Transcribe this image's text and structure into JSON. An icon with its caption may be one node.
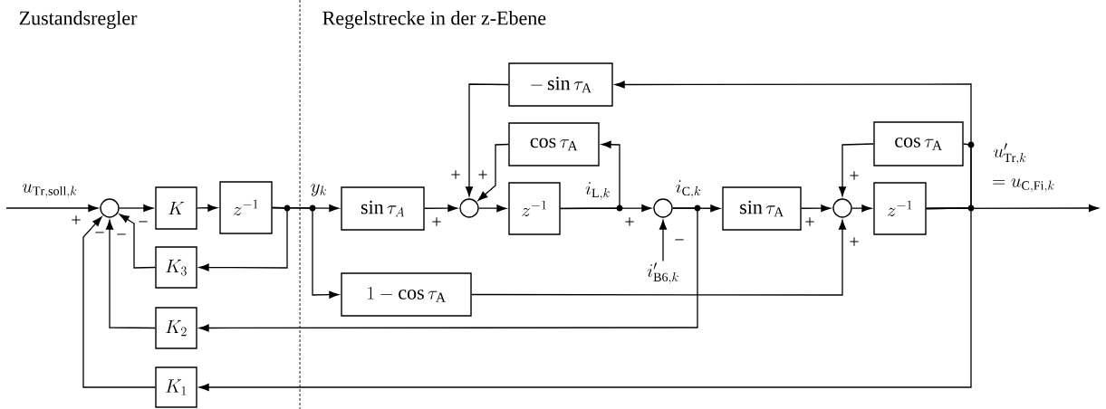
{
  "diagram": {
    "nodes": [
      {
        "text": [],
        "shape": "circle"
      },
      {
        "text": [
          "K"
        ]
      },
      {
        "text": [
          "z^{-1}"
        ]
      },
      {
        "text": [
          "K_3"
        ]
      },
      {
        "text": [
          "K_2"
        ]
      },
      {
        "text": [
          "K_1"
        ]
      },
      {
        "text": [
          "\\sin\\tau_A"
        ]
      },
      {
        "text": [
          "1-\\cos\\tau_{\\mathrm{A}}"
        ]
      },
      {
        "text": [
          "-\\sin\\tau_{\\mathrm{A}}"
        ]
      },
      {
        "text": [
          "\\cos\\tau_{\\mathrm{A}}"
        ]
      },
      {
        "text": [],
        "shape": "circle"
      },
      {
        "text": [
          "z^{-1}"
        ]
      },
      {
        "text": [],
        "shape": "circle"
      },
      {
        "text": [
          "\\sin\\tau_{\\mathrm{A}}"
        ]
      },
      {
        "text": [
          "\\cos\\tau_{\\mathrm{A}}"
        ]
      },
      {
        "text": [],
        "shape": "circle"
      },
      {
        "text": [
          "z^{-1}"
        ]
      },
      {
        "text": [
          "i'_{\\mathrm{B6},k}"
        ]
      }
    ],
    "edges": [
      {
        "from": null,
        "to": 0,
        "arrow": "to"
      },
      {
        "from": 0,
        "to": 1,
        "arrow": "to"
      },
      {
        "from": 1,
        "to": 2,
        "arrow": "to"
      },
      {
        "from": 2,
        "to": 6,
        "arrow": "to"
      },
      {
        "from": 2,
        "to": 3,
        "arrow": "to"
      },
      {
        "from": 2,
        "to": 7,
        "arrow": "to"
      },
      {
        "from": 3,
        "to": 0,
        "arrow": "to"
      },
      {
        "from": 4,
        "to": 0,
        "arrow": "to"
      },
      {
        "from": 5,
        "to": 0,
        "arrow": "to"
      },
      {
        "from": 6,
        "to": 10,
        "arrow": "to"
      },
      {
        "from": 10,
        "to": 11,
        "arrow": "to"
      },
      {
        "from": 11,
        "to": 9,
        "arrow": "to"
      },
      {
        "from": 11,
        "to": 12,
        "arrow": "to"
      },
      {
        "from": 9,
        "to": 10,
        "arrow": "to"
      },
      {
        "from": 8,
        "to": 10,
        "arrow": "to"
      },
      {
        "from": 17,
        "to": 12,
        "arrow": "to"
      },
      {
        "from": 12,
        "to": 13,
        "arrow": "to"
      },
      {
        "from": 12,
        "to": 4,
        "arrow": "to"
      },
      {
        "from": 13,
        "to": 15,
        "arrow": "to"
      },
      {
        "from": 7,
        "to": 15,
        "arrow": "to"
      },
      {
        "from": 15,
        "to": 16,
        "arrow": "to"
      },
      {
        "from": 16,
        "to": 14,
        "arrow": "none"
      },
      {
        "from": 14,
        "to": 15,
        "arrow": "to"
      },
      {
        "from": 16,
        "to": 8,
        "arrow": "to"
      },
      {
        "from": 16,
        "to": 5,
        "arrow": "to"
      },
      {
        "from": 16,
        "to": null,
        "arrow": "to"
      }
    ],
    "labels": [
      "Zustandsregler",
      "Regelstrecke in der z-Ebene",
      "u_{\\mathrm{Tr,soll},k}",
      "+",
      "−",
      "−",
      "−",
      "y_k",
      "+",
      "+",
      "+",
      "i_{\\mathrm{L},k}",
      "i_{\\mathrm{C},k}",
      "+",
      "−",
      "+",
      "+",
      "+",
      "u'_{\\mathrm{Tr},k}",
      "= u_{\\mathrm{C,Fi},k}"
    ]
  }
}
